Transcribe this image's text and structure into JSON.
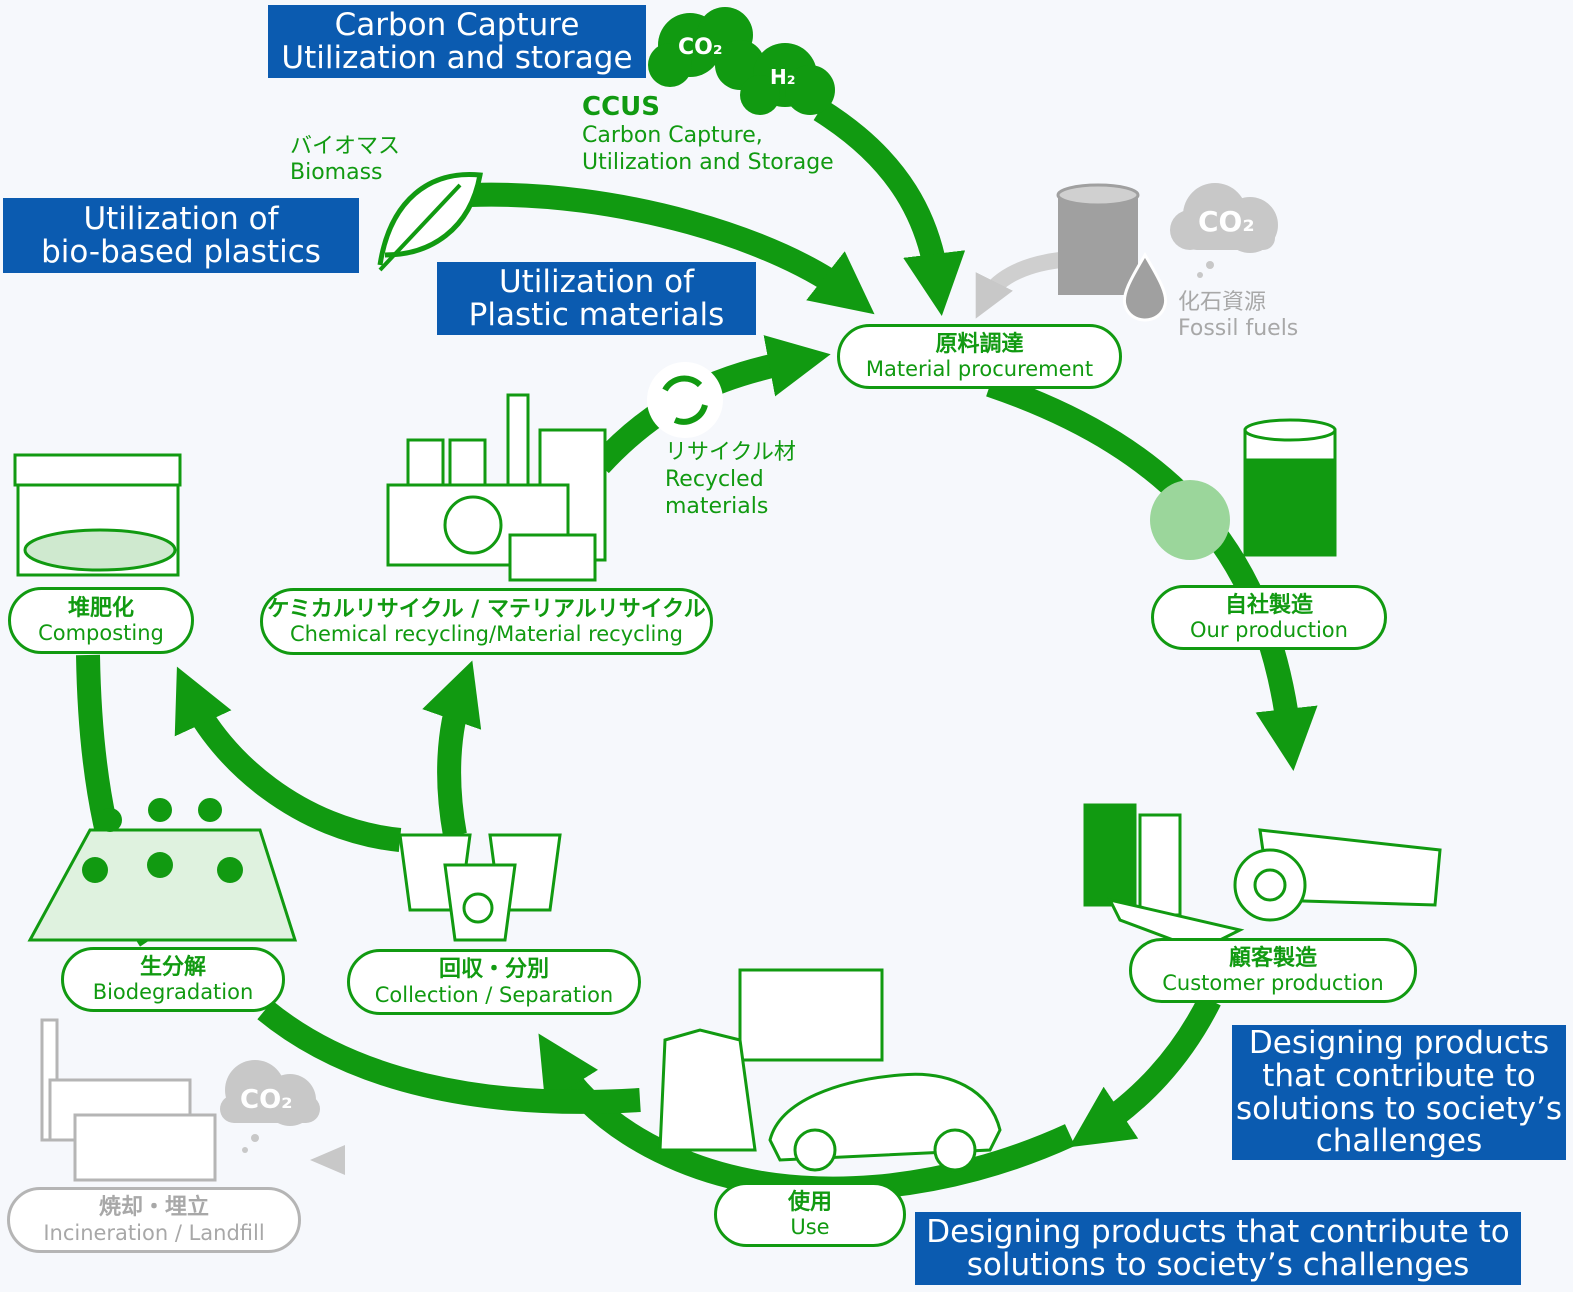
{
  "nodes": {
    "material": {
      "jp": "原料調達",
      "en": "Material procurement"
    },
    "production": {
      "jp": "自社製造",
      "en": "Our production"
    },
    "customer": {
      "jp": "顧客製造",
      "en": "Customer production"
    },
    "use": {
      "jp": "使用",
      "en": "Use"
    },
    "collection": {
      "jp": "回収・分別",
      "en": "Collection / Separation"
    },
    "recycling": {
      "jp": "ケミカルリサイクル / マテリアルリサイクル",
      "en": "Chemical recycling/Material recycling"
    },
    "composting": {
      "jp": "堆肥化",
      "en": "Composting"
    },
    "biodegradation": {
      "jp": "生分解",
      "en": "Biodegradation"
    },
    "incineration": {
      "jp": "焼却・埋立",
      "en": "Incineration / Landfill"
    }
  },
  "banners": {
    "ccus": [
      "Carbon Capture",
      "Utilization and storage"
    ],
    "bio": [
      "Utilization of",
      "bio-based plastics"
    ],
    "plastic": [
      "Utilization of",
      "Plastic materials"
    ],
    "design_right": [
      "Designing products",
      "that contribute to",
      "solutions to society’s",
      "challenges"
    ],
    "design_bottom": [
      "Designing products that contribute to",
      "solutions to society’s challenges"
    ]
  },
  "labels": {
    "ccus": {
      "title": "CCUS",
      "line1": "Carbon Capture,",
      "line2": "Utilization and Storage"
    },
    "biomass": {
      "jp": "バイオマス",
      "en": "Biomass"
    },
    "recycled": {
      "jp": "リサイクル材",
      "en1": "Recycled",
      "en2": "materials"
    },
    "fossil": {
      "jp": "化石資源",
      "en": "Fossil fuels"
    },
    "co2": "CO₂",
    "h2": "H₂"
  },
  "colors": {
    "green": "#119a11",
    "blue": "#0b5bb0",
    "gray": "#b5b5b5",
    "background": "#f6f8fc"
  }
}
